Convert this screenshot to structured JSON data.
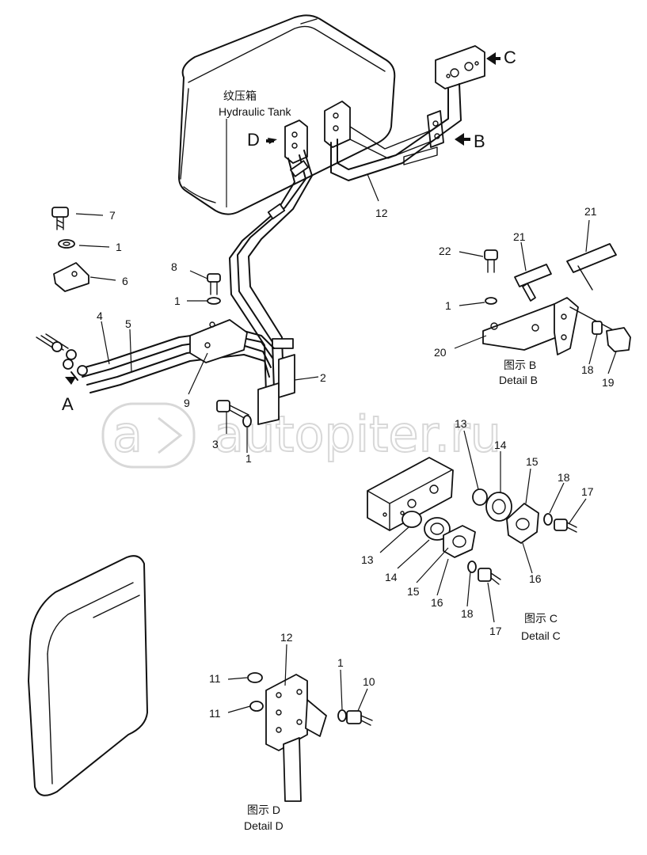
{
  "tank_label": {
    "cn": "纹压箱",
    "en": "Hydraulic Tank"
  },
  "views": {
    "a": "A",
    "b": "B",
    "c": "C",
    "d": "D"
  },
  "details": {
    "b": {
      "cn": "图示 B",
      "en": "Detail B"
    },
    "c": {
      "cn": "图示 C",
      "en": "Detail C"
    },
    "d": {
      "cn": "图示 D",
      "en": "Detail D"
    }
  },
  "watermark": "autopiter.ru",
  "callouts": {
    "main": [
      "7",
      "1",
      "6",
      "8",
      "1",
      "4",
      "5",
      "9",
      "2",
      "3",
      "1",
      "12"
    ],
    "detail_b": [
      "22",
      "21",
      "21",
      "1",
      "20",
      "18",
      "19"
    ],
    "detail_c": [
      "13",
      "14",
      "15",
      "18",
      "17",
      "13",
      "14",
      "15",
      "16",
      "18",
      "17",
      "16"
    ],
    "detail_d": [
      "12",
      "11",
      "11",
      "1",
      "10"
    ]
  }
}
